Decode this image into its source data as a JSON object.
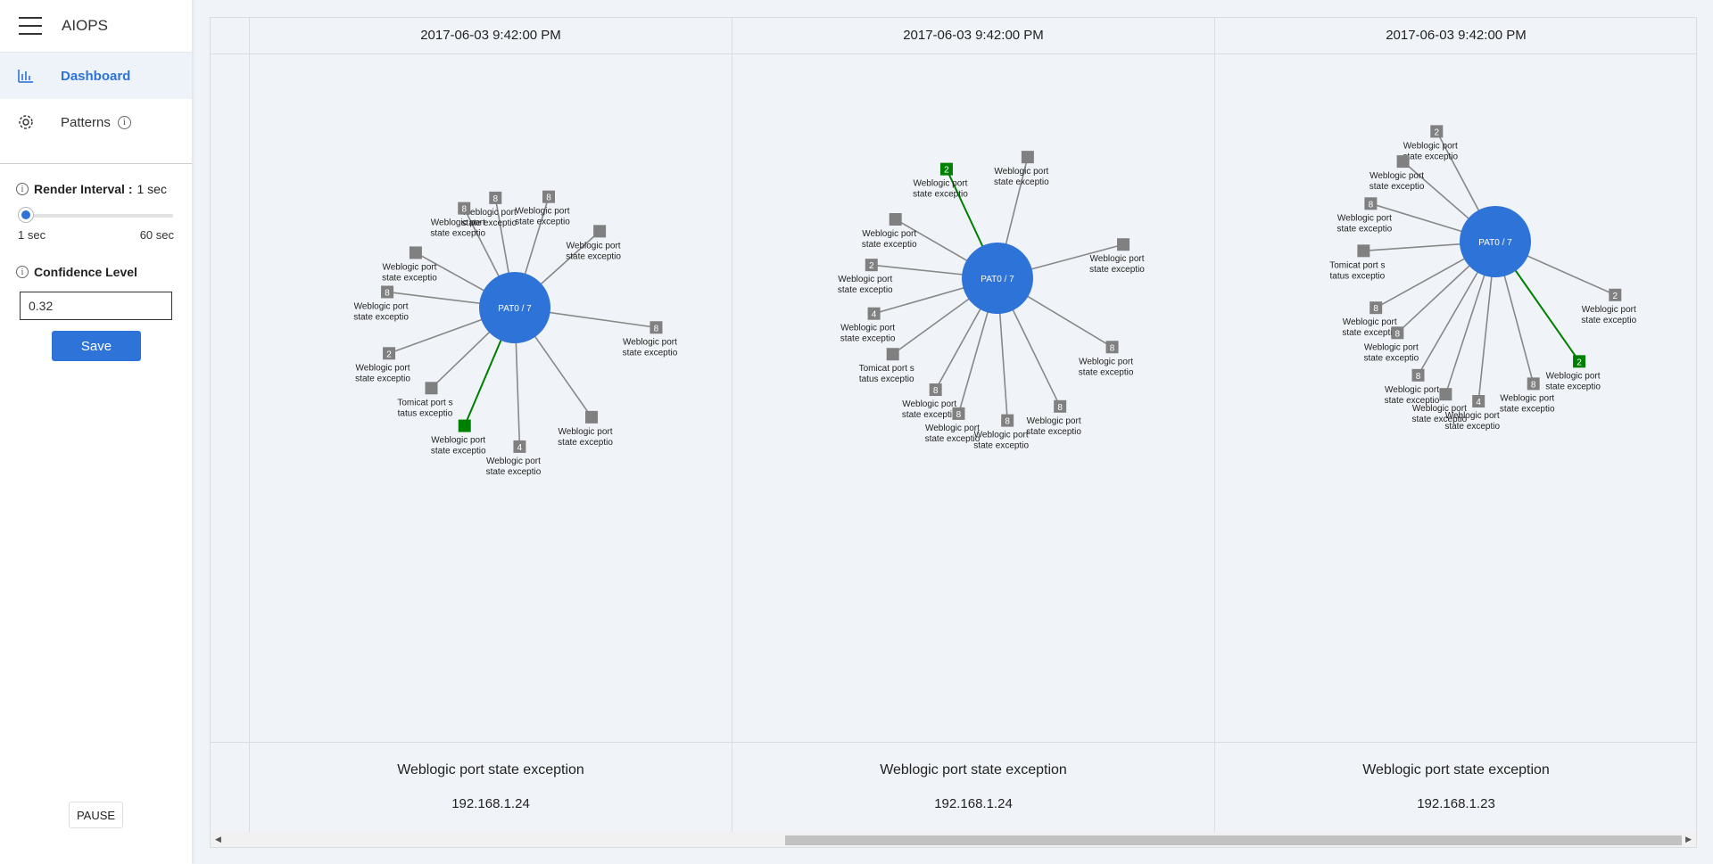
{
  "app": {
    "title": "AIOPS"
  },
  "nav": [
    {
      "label": "Dashboard",
      "icon": "bar-chart-icon",
      "active": true
    },
    {
      "label": "Patterns",
      "icon": "gear-icon",
      "active": false
    }
  ],
  "settings": {
    "render_interval_label": "Render Interval :",
    "render_interval_value": "1 sec",
    "slider_min": "1 sec",
    "slider_max": "60 sec",
    "confidence_label": "Confidence Level",
    "confidence_value": "0.32",
    "save_label": "Save",
    "pause_label": "PAUSE"
  },
  "columns": [
    {
      "timestamp": "2017-06-03 9:42:00 PM",
      "title": "Weblogic port state exception",
      "ip": "192.168.1.24",
      "center_label": "PAT0 / 7",
      "nodes": [
        {
          "angle": -100,
          "len": 125,
          "badge": "8",
          "label": [
            "Weblogic port",
            "state exceptio"
          ],
          "green": false
        },
        {
          "angle": -73,
          "len": 130,
          "badge": "8",
          "label": [
            "Weblogic port",
            "state exceptio"
          ],
          "green": false
        },
        {
          "angle": -117,
          "len": 125,
          "badge": "8",
          "label": [
            "Weblogic port",
            "state exceptio"
          ],
          "green": false
        },
        {
          "angle": -42,
          "len": 128,
          "badge": "",
          "label": [
            "Weblogic port",
            "state exceptio"
          ],
          "green": false
        },
        {
          "angle": -151,
          "len": 127,
          "badge": "",
          "label": [
            "Weblogic port",
            "state exceptio"
          ],
          "green": false
        },
        {
          "angle": -173,
          "len": 144,
          "badge": "8",
          "label": [
            "Weblogic port",
            "state exceptio"
          ],
          "green": false
        },
        {
          "angle": 8,
          "len": 160,
          "badge": "8",
          "label": [
            "Weblogic port",
            "state exceptio"
          ],
          "green": false
        },
        {
          "angle": 160,
          "len": 150,
          "badge": "2",
          "label": [
            "Weblogic port",
            "state exceptio"
          ],
          "green": false
        },
        {
          "angle": 136,
          "len": 130,
          "badge": "",
          "label": [
            "Tomicat port s",
            "tatus exceptio"
          ],
          "green": false
        },
        {
          "angle": 113,
          "len": 144,
          "badge": "",
          "label": [
            "Weblogic port",
            "state exceptio"
          ],
          "green": true
        },
        {
          "angle": 88,
          "len": 156,
          "badge": "4",
          "label": [
            "Weblogic port",
            "state exceptio"
          ],
          "green": false
        },
        {
          "angle": 55,
          "len": 150,
          "badge": "",
          "label": [
            "Weblogic port",
            "state exceptio"
          ],
          "green": false
        }
      ]
    },
    {
      "timestamp": "2017-06-03 9:42:00 PM",
      "title": "Weblogic port state exception",
      "ip": "192.168.1.24",
      "center_label": "PAT0 / 7",
      "nodes": [
        {
          "angle": -115,
          "len": 135,
          "badge": "2",
          "label": [
            "Weblogic port",
            "state exceptio"
          ],
          "green": true
        },
        {
          "angle": -76,
          "len": 140,
          "badge": "",
          "label": [
            "Weblogic port",
            "state exceptio"
          ],
          "green": false
        },
        {
          "angle": -15,
          "len": 146,
          "badge": "",
          "label": [
            "Weblogic port",
            "state exceptio"
          ],
          "green": false
        },
        {
          "angle": -150,
          "len": 132,
          "badge": "",
          "label": [
            "Weblogic port",
            "state exceptio"
          ],
          "green": false
        },
        {
          "angle": -174,
          "len": 142,
          "badge": "2",
          "label": [
            "Weblogic port",
            "state exceptio"
          ],
          "green": false
        },
        {
          "angle": 164,
          "len": 144,
          "badge": "4",
          "label": [
            "Weblogic port",
            "state exceptio"
          ],
          "green": false
        },
        {
          "angle": 144,
          "len": 145,
          "badge": "",
          "label": [
            "Tomicat port s",
            "tatus exceptio"
          ],
          "green": false
        },
        {
          "angle": 119,
          "len": 143,
          "badge": "8",
          "label": [
            "Weblogic port",
            "state exceptio"
          ],
          "green": false
        },
        {
          "angle": 106,
          "len": 158,
          "badge": "8",
          "label": [
            "Weblogic port",
            "state exceptio"
          ],
          "green": false
        },
        {
          "angle": 86,
          "len": 160,
          "badge": "8",
          "label": [
            "Weblogic port",
            "state exceptio"
          ],
          "green": false
        },
        {
          "angle": 64,
          "len": 160,
          "badge": "8",
          "label": [
            "Weblogic port",
            "state exceptio"
          ],
          "green": false
        },
        {
          "angle": 31,
          "len": 150,
          "badge": "8",
          "label": [
            "Weblogic port",
            "state exceptio"
          ],
          "green": false
        }
      ]
    },
    {
      "timestamp": "2017-06-03 9:42:00 PM",
      "title": "Weblogic port state exception",
      "ip": "192.168.1.23",
      "center_label": "PAT0 / 7",
      "nodes": [
        {
          "angle": -118,
          "len": 140,
          "badge": "2",
          "label": [
            "Weblogic port",
            "state exceptio"
          ],
          "green": false
        },
        {
          "angle": -139,
          "len": 137,
          "badge": "",
          "label": [
            "Weblogic port",
            "state exceptio"
          ],
          "green": false
        },
        {
          "angle": -163,
          "len": 146,
          "badge": "8",
          "label": [
            "Weblogic port",
            "state exceptio"
          ],
          "green": false
        },
        {
          "angle": 176,
          "len": 148,
          "badge": "",
          "label": [
            "Tomicat port s",
            "tatus exceptio"
          ],
          "green": false
        },
        {
          "angle": 151,
          "len": 153,
          "badge": "8",
          "label": [
            "Weblogic port",
            "state exceptio"
          ],
          "green": false
        },
        {
          "angle": 137,
          "len": 150,
          "badge": "8",
          "label": [
            "Weblogic port",
            "state exceptio"
          ],
          "green": false
        },
        {
          "angle": 120,
          "len": 173,
          "badge": "8",
          "label": [
            "Weblogic port",
            "state exceptio"
          ],
          "green": false
        },
        {
          "angle": 108,
          "len": 180,
          "badge": "",
          "label": [
            "Weblogic port",
            "state exceptio"
          ],
          "green": false
        },
        {
          "angle": 96,
          "len": 180,
          "badge": "4",
          "label": [
            "Weblogic port",
            "state exceptio"
          ],
          "green": false
        },
        {
          "angle": 75,
          "len": 165,
          "badge": "8",
          "label": [
            "Weblogic port",
            "state exceptio"
          ],
          "green": false
        },
        {
          "angle": 55,
          "len": 164,
          "badge": "2",
          "label": [
            "Weblogic port",
            "state exceptio"
          ],
          "green": true
        },
        {
          "angle": 24,
          "len": 147,
          "badge": "2",
          "label": [
            "Weblogic port",
            "state exceptio"
          ],
          "green": false
        }
      ]
    }
  ],
  "colors": {
    "accent": "#2e73d8",
    "node_gray": "#808080",
    "node_green": "#008000",
    "edge_gray": "#888888"
  }
}
